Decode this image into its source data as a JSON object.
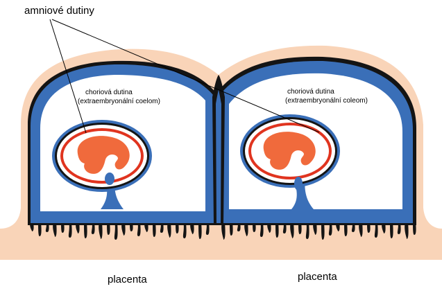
{
  "labels": {
    "amnion": "amniové dutiny",
    "chorion_left_1": "choriová dutina",
    "chorion_left_2": "(extraembryonální coelom)",
    "chorion_right_1": "choriová dutina",
    "chorion_right_2": "(extraembryonální coleom)",
    "placenta_left": "placenta",
    "placenta_right": "placenta"
  },
  "colors": {
    "decidua": "#f9d4b8",
    "chorion": "#3a6fb8",
    "dark_outline": "#141414",
    "amnion_line": "#e0341f",
    "embryo": "#f06a3c",
    "cavity": "#ffffff"
  }
}
